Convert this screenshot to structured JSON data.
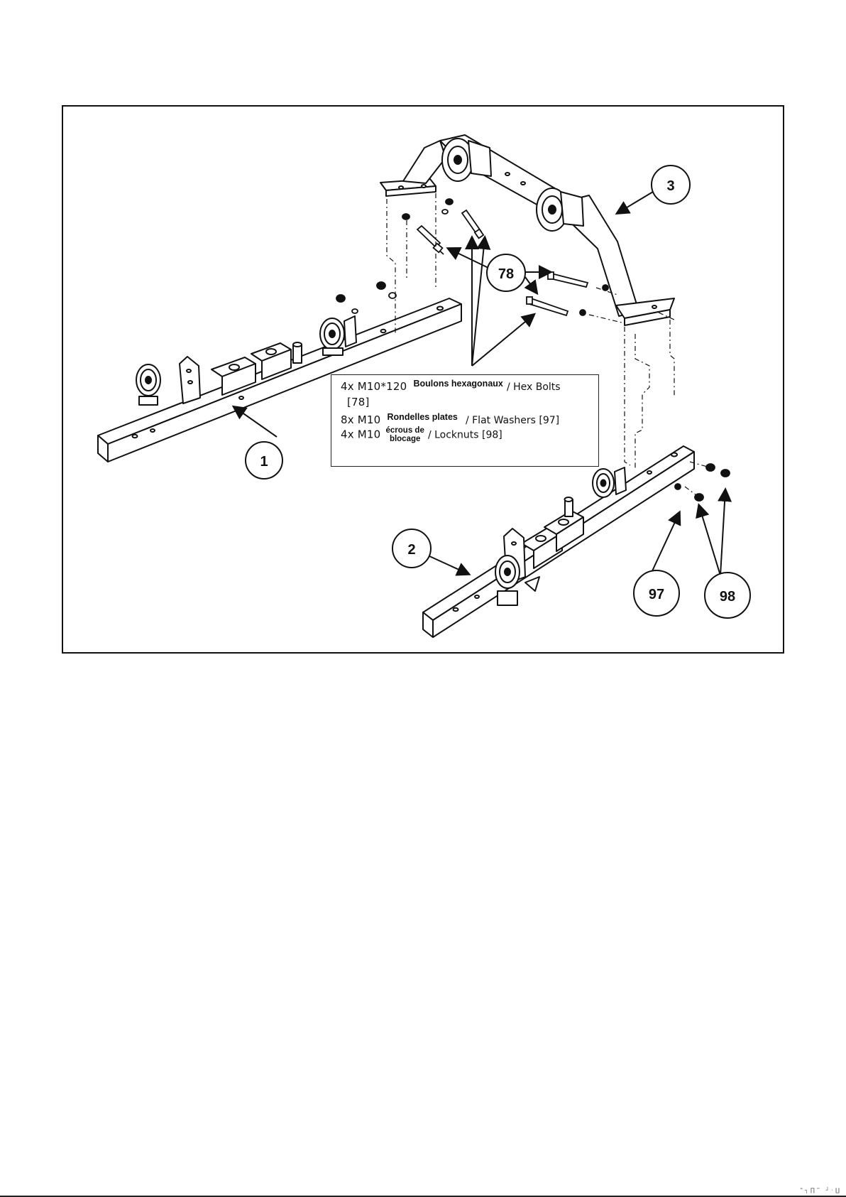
{
  "callouts": {
    "c1": "1",
    "c2": "2",
    "c3": "3",
    "c78": "78",
    "c97": "97",
    "c98": "98"
  },
  "legend": {
    "bolts_qty": "4x M10*120",
    "bolts_fr": "Boulons hexagonaux",
    "bolts_en": "/ Hex Bolts",
    "bolts_ref": "[78]",
    "washers_qty": "8x M10",
    "washers_fr": "Rondelles plates",
    "washers_en": "/ Flat Washers [97]",
    "nuts_qty": "4x M10",
    "nuts_fr_top": "écrous de",
    "nuts_fr_bottom": "blocage",
    "nuts_en": "/ Locknuts [98]"
  },
  "footer_mark": "\"┐∏‴ ┘·∐"
}
